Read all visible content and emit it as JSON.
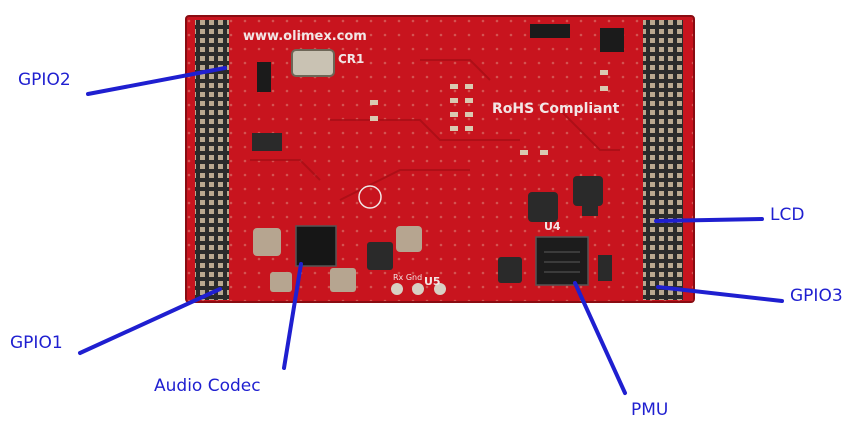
{
  "callouts": {
    "gpio2": "GPIO2",
    "gpio1": "GPIO1",
    "audio_codec": "Audio Codec",
    "pmu": "PMU",
    "lcd": "LCD",
    "gpio3": "GPIO3"
  },
  "board": {
    "website": "www.olimex.com",
    "rohs": "RoHS  Compliant",
    "crystal_ref": "CR1",
    "codec_ref": "U5",
    "pmu_ref": "U4",
    "pad_labels": "Rx Gnd"
  },
  "colors": {
    "pcb": "#c8141e",
    "callout_line": "#1f1fd0",
    "label_text": "#1f1fd0",
    "header": "#2a2a2a"
  }
}
